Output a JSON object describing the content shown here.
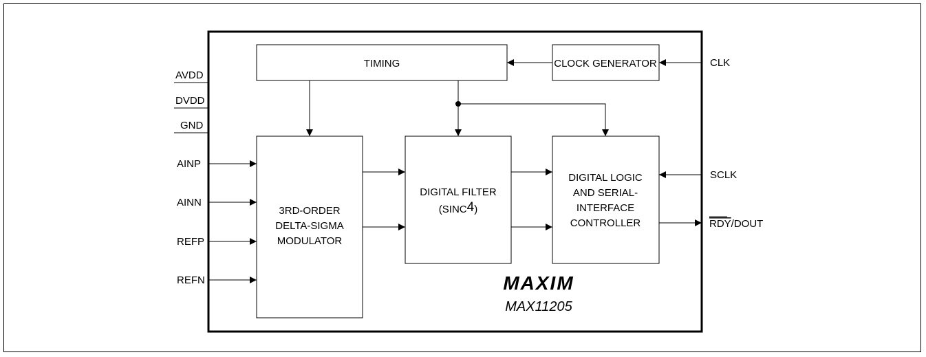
{
  "blocks": {
    "timing": "TIMING",
    "clock_generator": "CLOCK GENERATOR",
    "modulator": [
      "3RD-ORDER",
      "DELTA-SIGMA",
      "MODULATOR"
    ],
    "filter": [
      "DIGITAL FILTER",
      "(SINC",
      "4",
      ")"
    ],
    "logic": [
      "DIGITAL LOGIC",
      "AND SERIAL-",
      "INTERFACE",
      "CONTROLLER"
    ]
  },
  "pins": {
    "left": [
      "AVDD",
      "DVDD",
      "GND",
      "AINP",
      "AINN",
      "REFP",
      "REFN"
    ],
    "right": [
      "CLK",
      "SCLK",
      "RDY",
      "/DOUT"
    ]
  },
  "brand": "MAXIM",
  "part_number": "MAX11205"
}
